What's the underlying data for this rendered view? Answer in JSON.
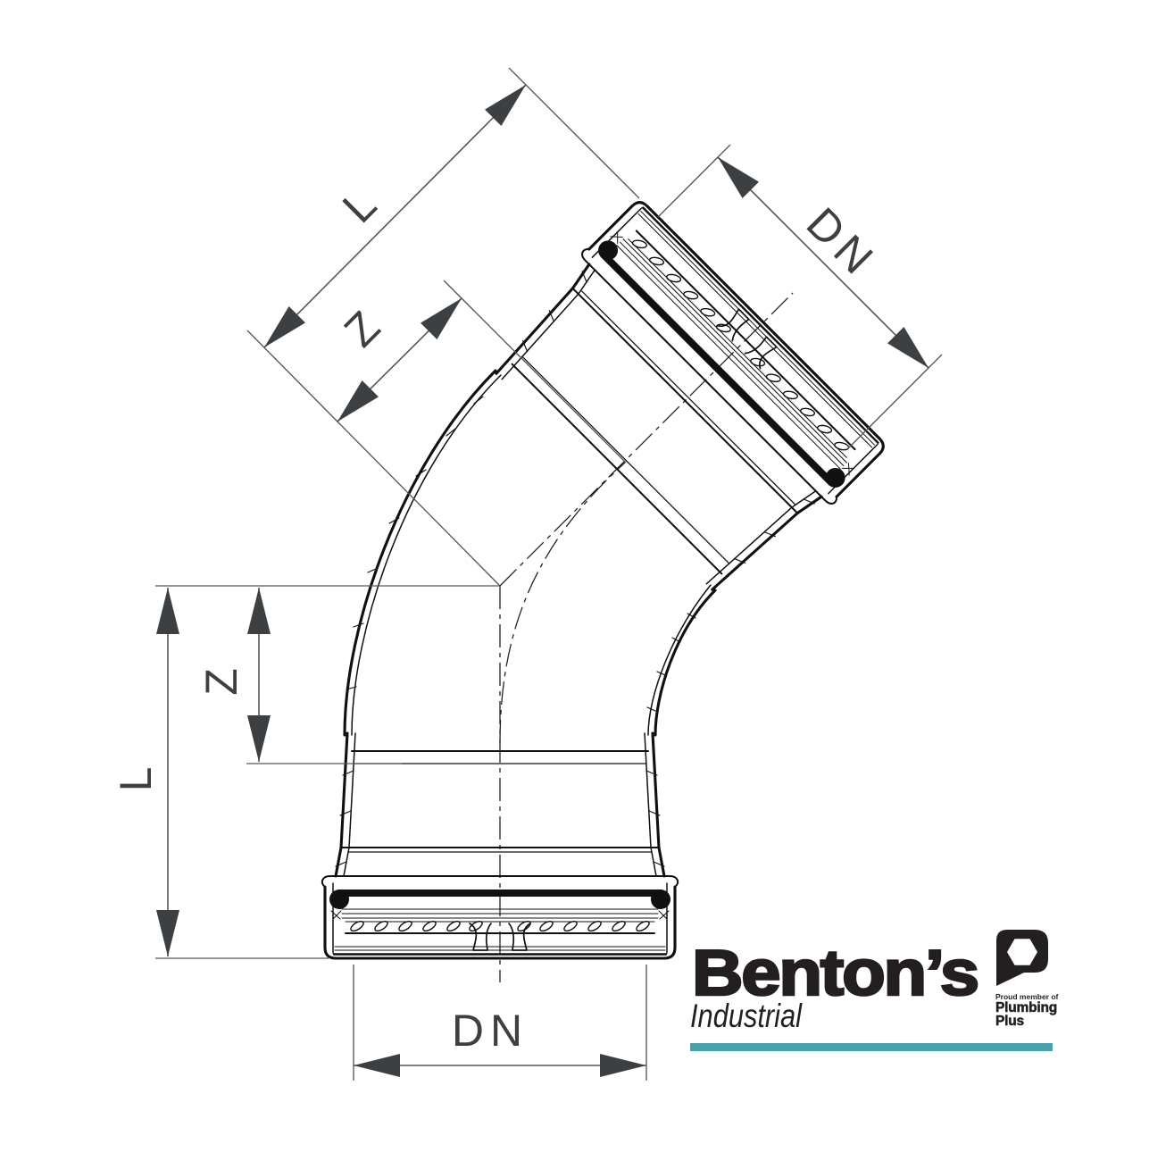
{
  "dimensions": {
    "upper_length_label": "L",
    "upper_offset_label": "Z",
    "upper_diameter_label": "DN",
    "left_length_label": "L",
    "left_offset_label": "Z",
    "bottom_diameter_label": "DN"
  },
  "logo": {
    "brand": "Benton’s",
    "division": "Industrial",
    "membership": {
      "line1": "Proud member of",
      "line2": "Plumbing",
      "line3": "Plus"
    }
  },
  "colors": {
    "drawing_line": "#101010",
    "dimension_line": "#54585b",
    "dimension_text": "#3c4043",
    "logo_ink": "#231f20",
    "teal_accent": "#4aa1a9"
  }
}
